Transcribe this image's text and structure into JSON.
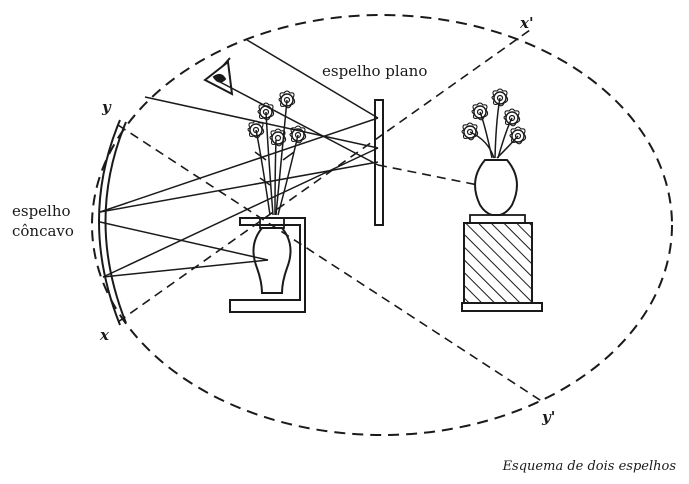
{
  "diagram": {
    "caption": "Esquema de dois espelhos",
    "labels": {
      "plane_mirror": "espelho plano",
      "concave_mirror_line1": "espelho",
      "concave_mirror_line2": "côncavo",
      "point_y": "y",
      "point_x": "x",
      "point_x_prime": "x'",
      "point_y_prime": "y'"
    },
    "colors": {
      "ink": "#1a1a1a",
      "background": "#ffffff"
    },
    "icons": [
      "eye-icon",
      "flower-vase-icon"
    ]
  }
}
